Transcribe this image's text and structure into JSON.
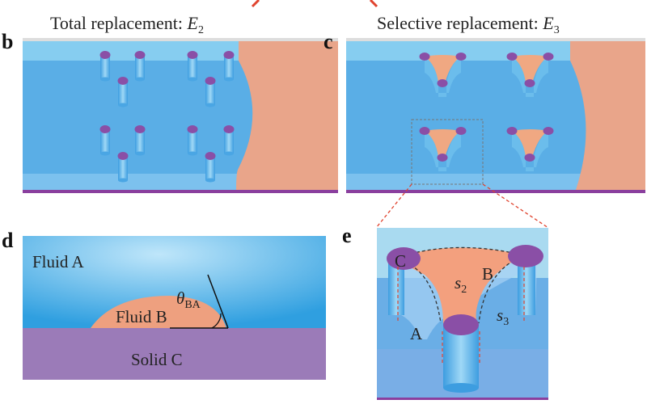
{
  "panels": {
    "b": {
      "label": "b",
      "title": "Total replacement: ",
      "title_var": "E",
      "title_sub": "2"
    },
    "c": {
      "label": "c",
      "title": "Selective replacement: ",
      "title_var": "E",
      "title_sub": "3"
    },
    "d": {
      "label": "d",
      "fluid_a": "Fluid A",
      "fluid_b": "Fluid B",
      "solid_c": "Solid C",
      "angle_var": "θ",
      "angle_sub": "BA"
    },
    "e": {
      "label": "e",
      "c": "C",
      "b": "B",
      "a": "A",
      "s2_var": "s",
      "s2_sub": "2",
      "s3_var": "s",
      "s3_sub": "3"
    }
  },
  "colors": {
    "fluid_a": "#5aaee6",
    "fluid_b": "#e9a58a",
    "solid": "#9b7bb8",
    "pillar_top": "#8a4fa6",
    "accent_red": "#e0442f"
  }
}
